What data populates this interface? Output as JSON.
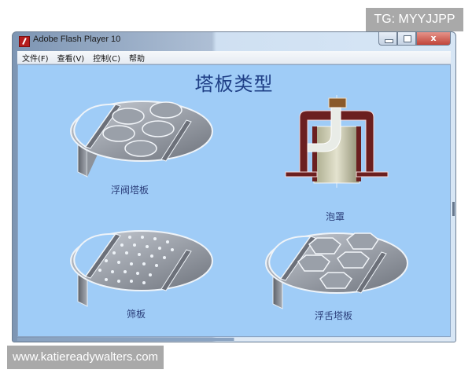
{
  "watermarks": {
    "top_right": "TG: MYYJJPP",
    "bottom_left": "www.katiereadywalters.com"
  },
  "window": {
    "title": "Adobe Flash Player 10",
    "app_icon": "flash-icon",
    "controls": {
      "minimize": "minimize-icon",
      "maximize": "maximize-icon",
      "close": "close-icon",
      "close_glyph": "x"
    }
  },
  "menubar": {
    "items": [
      {
        "label": "文件(F)"
      },
      {
        "label": "查看(V)"
      },
      {
        "label": "控制(C)"
      },
      {
        "label": "帮助"
      }
    ]
  },
  "content": {
    "title": "塔板类型",
    "background_color": "#9fccf7",
    "diagrams": [
      {
        "id": "float-valve-tray",
        "label": "浮阀塔板",
        "icon": "float-valve-tray-illustration"
      },
      {
        "id": "bubble-cap",
        "label": "泡罩",
        "icon": "bubble-cap-illustration"
      },
      {
        "id": "sieve-tray",
        "label": "筛板",
        "icon": "sieve-tray-illustration"
      },
      {
        "id": "float-tongue-tray",
        "label": "浮舌塔板",
        "icon": "float-tongue-tray-illustration"
      }
    ],
    "nav_button": "globe-icon"
  }
}
